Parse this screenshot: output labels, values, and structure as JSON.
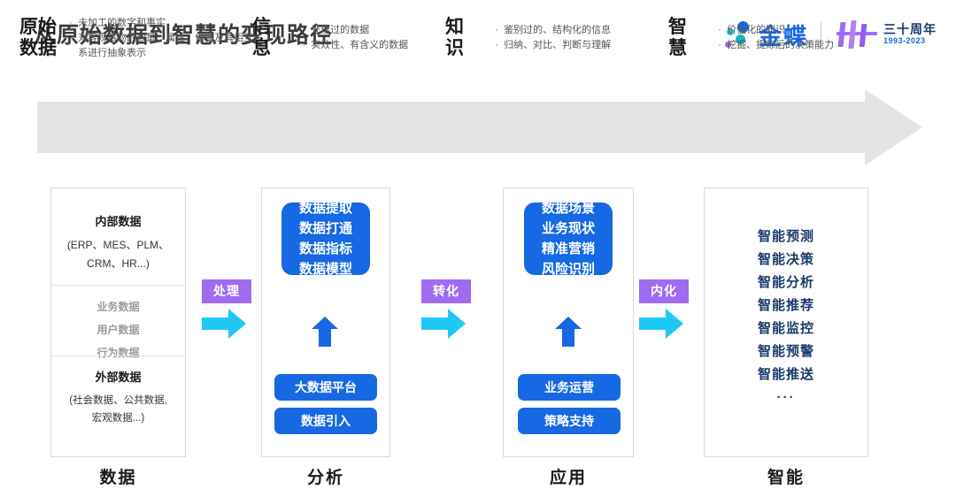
{
  "header": {
    "title": "从原始数据到智慧的变现路径",
    "brand_name": "金蝶",
    "anniversary_title": "三十周年",
    "anniversary_years": "1993-2023",
    "brand_color": "#1668e3",
    "accent_purple": "#a06bf0",
    "accent_cyan": "#1ec8f5"
  },
  "banner": {
    "background": "#e4e4e4",
    "stages": [
      {
        "name_line1": "原始",
        "name_line2": "数据",
        "bullets": [
          "未加工的数字和事实",
          "对客观事物的数量、属性、位置及其相互关系进行抽象表示"
        ]
      },
      {
        "name_line1": "信",
        "name_line2": "息",
        "bullets": [
          "处理过的数据",
          "实效性、有含义的数据"
        ]
      },
      {
        "name_line1": "知",
        "name_line2": "识",
        "bullets": [
          "鉴别过的、结构化的信息",
          "归纳、对比、判断与理解"
        ]
      },
      {
        "name_line1": "智",
        "name_line2": "慧",
        "bullets": [
          "价值化的知识",
          "挖掘、提炼后的决策能力"
        ]
      }
    ]
  },
  "columns": [
    {
      "footer_label": "数据",
      "top_heading": "内部数据",
      "top_sub_line1": "(ERP、MES、PLM、",
      "top_sub_line2": "CRM、HR...)",
      "middle_items": [
        "业务数据",
        "用户数据",
        "行为数据"
      ],
      "bottom_heading": "外部数据",
      "bottom_sub_line1": "(社会数据、公共数据,",
      "bottom_sub_line2": "宏观数据...)"
    },
    {
      "footer_label": "分析",
      "main_box_lines": [
        "数据提取",
        "数据打通",
        "数据指标",
        "数据模型"
      ],
      "pill1": "大数据平台",
      "pill2": "数据引入"
    },
    {
      "footer_label": "应用",
      "main_box_lines": [
        "数据场景",
        "业务现状",
        "精准营销",
        "风险识别"
      ],
      "pill1": "业务运营",
      "pill2": "策略支持"
    },
    {
      "footer_label": "智能",
      "items": [
        "智能预测",
        "智能决策",
        "智能分析",
        "智能推荐",
        "智能监控",
        "智能预警",
        "智能推送"
      ],
      "ellipsis": "···"
    }
  ],
  "connectors": [
    {
      "label": "处理"
    },
    {
      "label": "转化"
    },
    {
      "label": "内化"
    }
  ]
}
